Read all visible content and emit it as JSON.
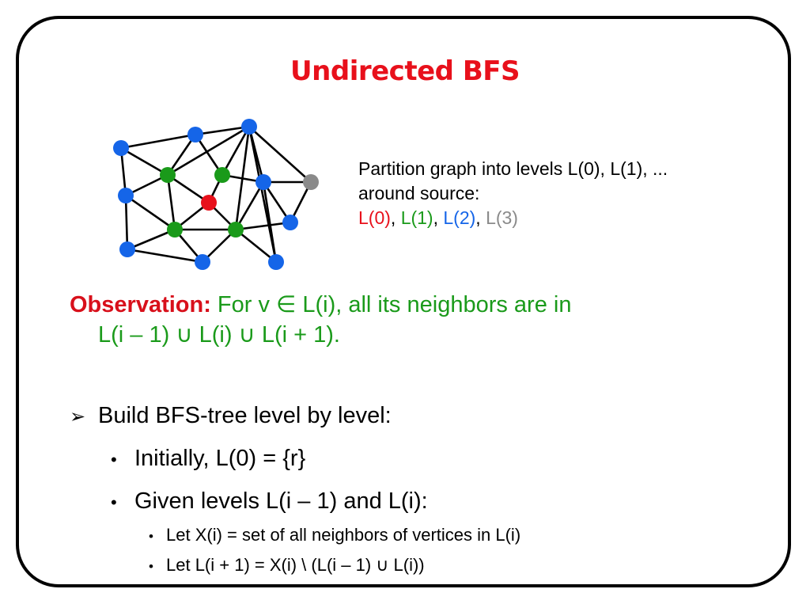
{
  "slide": {
    "title": "Undirected BFS",
    "partition": {
      "line1": "Partition graph into levels L(0), L(1), ...",
      "line2": "around source:",
      "levels": [
        {
          "label": "L(0)",
          "color": "#e8101b"
        },
        {
          "label": "L(1)",
          "color": "#1a9a1a"
        },
        {
          "label": "L(2)",
          "color": "#1565e8"
        },
        {
          "label": "L(3)",
          "color": "#8a8a8a"
        }
      ],
      "separator": ", "
    },
    "observation": {
      "label": "Observation:",
      "text_line1": " For v ∈ L(i), all its neighbors are in",
      "text_line2": "L(i – 1) ∪ L(i) ∪ L(i + 1)."
    },
    "bullets": {
      "main": "Build BFS-tree level by level:",
      "sub1": "Initially, L(0) = {r}",
      "sub2": "Given levels L(i – 1) and L(i):",
      "sub2_items": [
        "Let X(i) = set of all neighbors of vertices in L(i)",
        "Let L(i + 1) = X(i) \\ (L(i – 1) ∪ L(i))"
      ]
    },
    "colors": {
      "title": "#e8101b",
      "level0": "#e8101b",
      "level1": "#1a9a1a",
      "level2": "#1565e8",
      "level3": "#8a8a8a"
    }
  }
}
